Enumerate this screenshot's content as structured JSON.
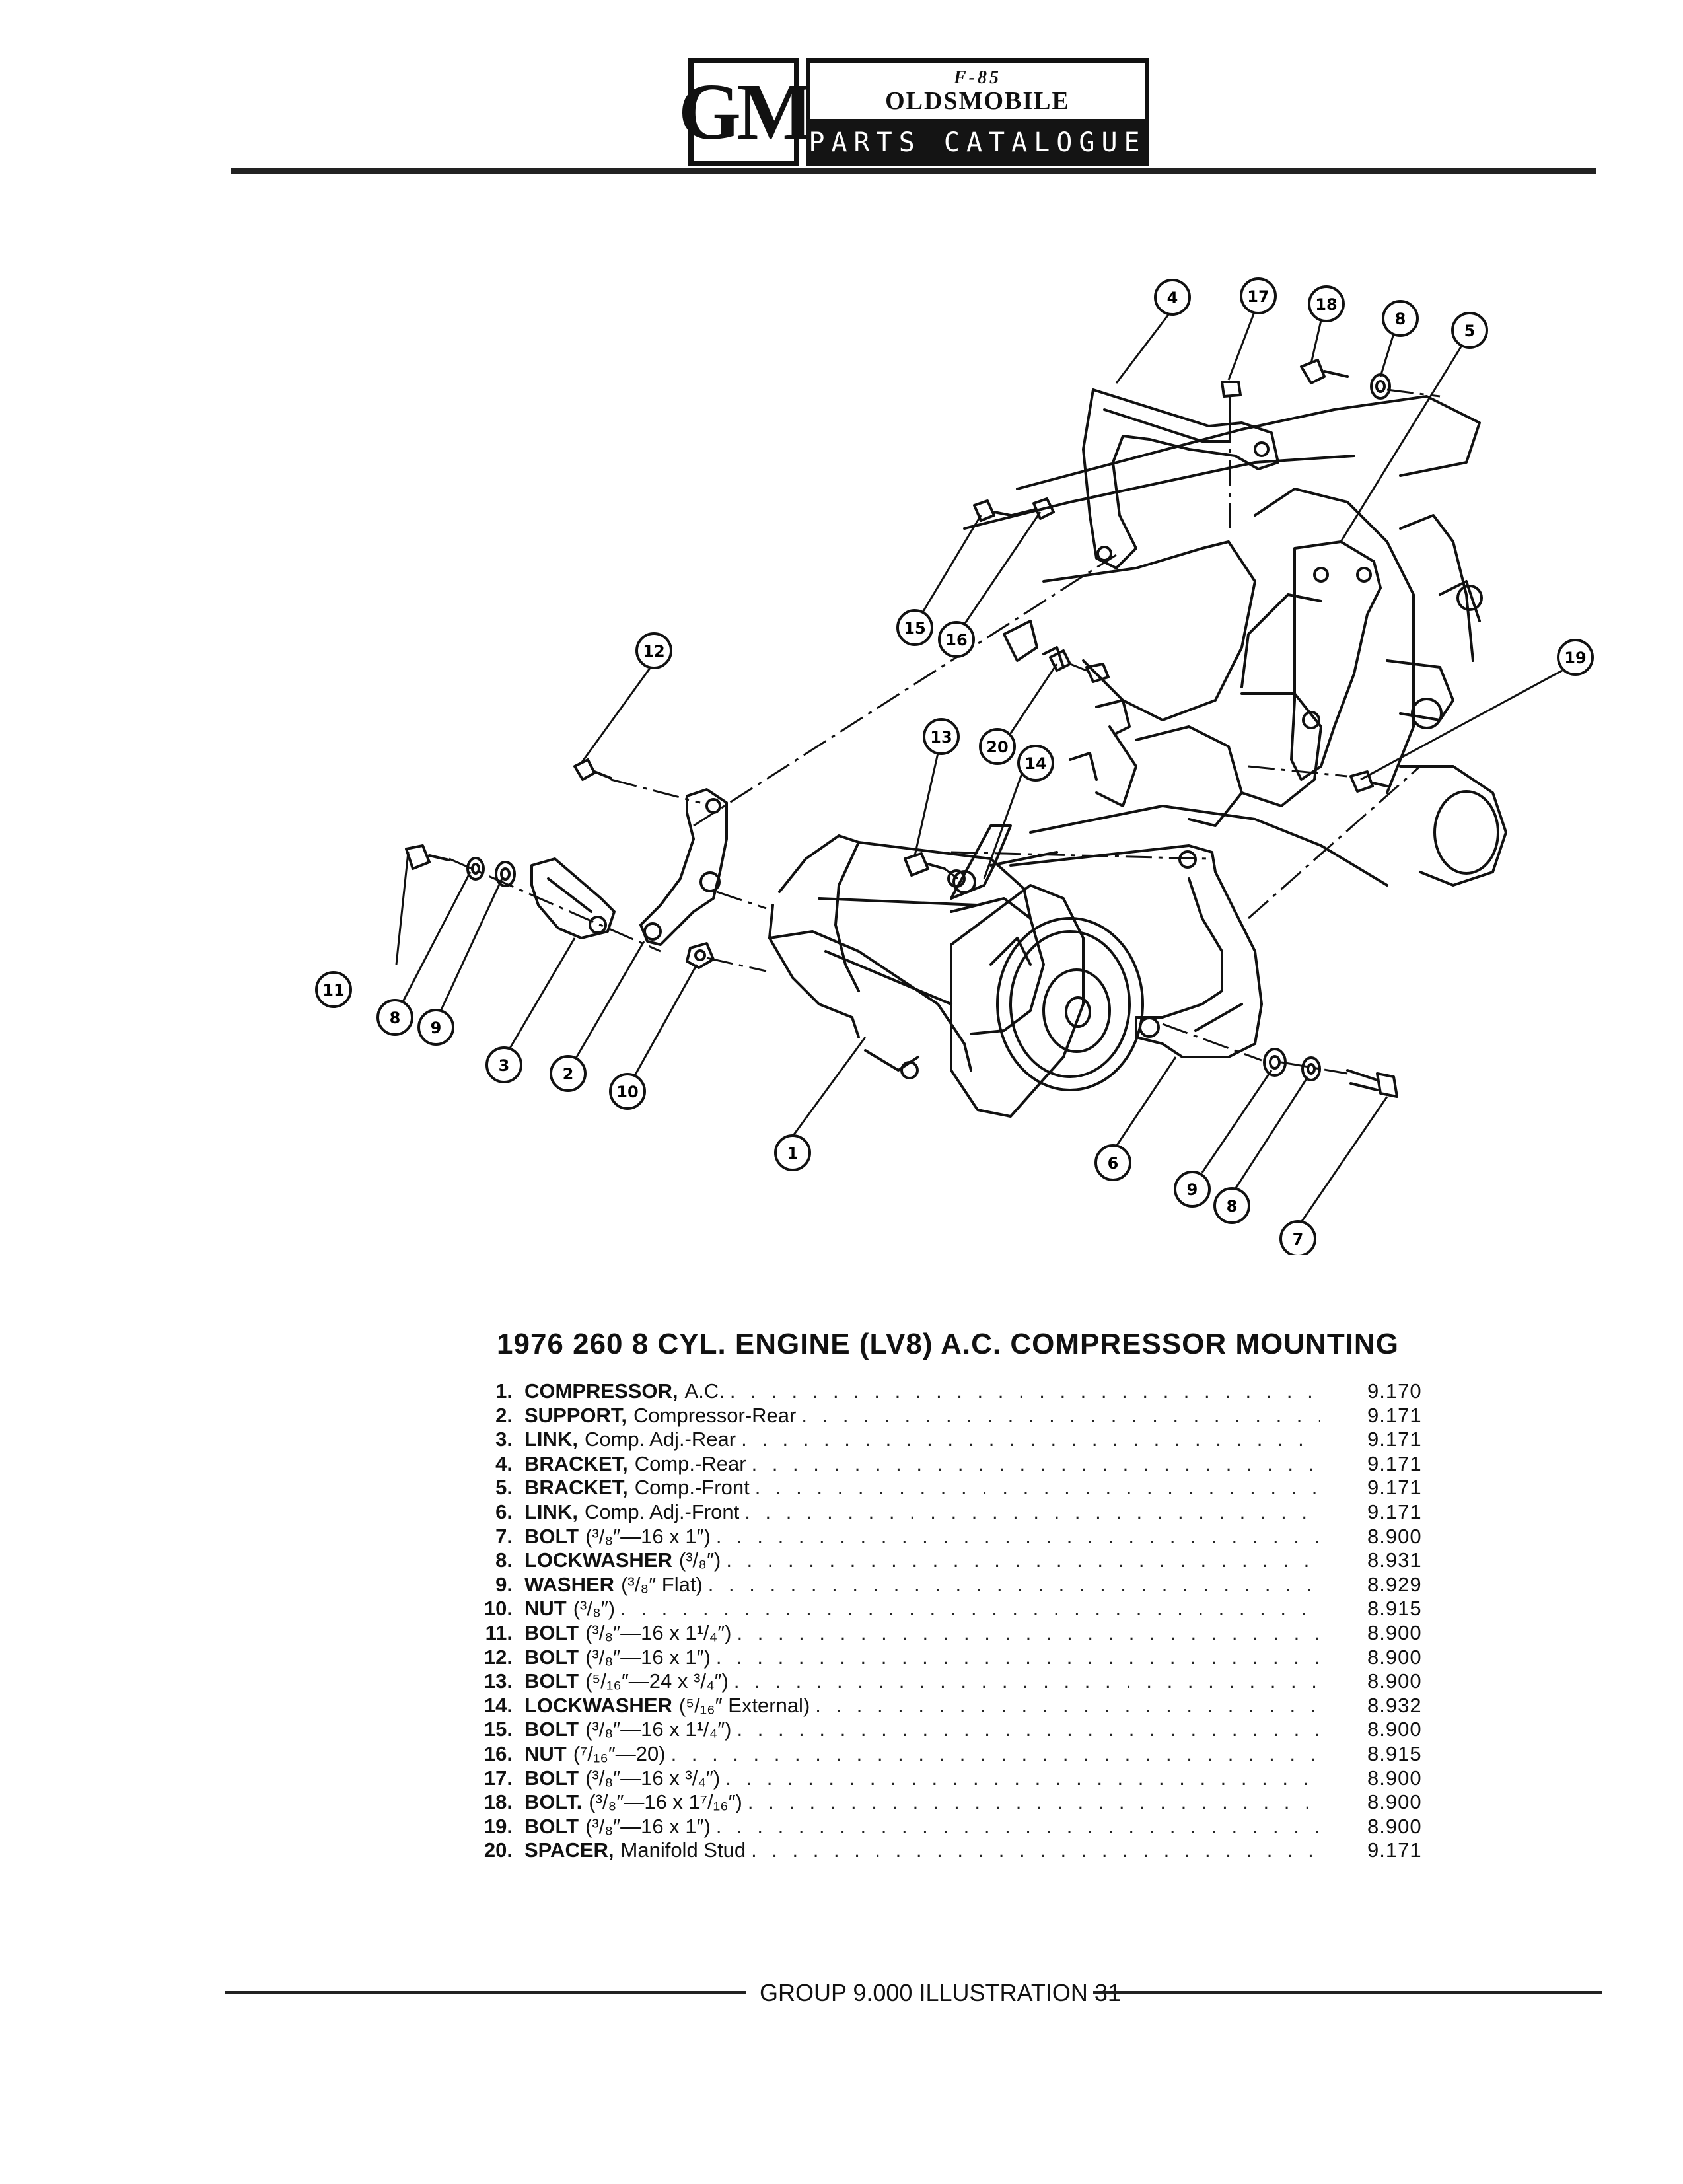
{
  "header": {
    "logo_gm": "GM",
    "logo_mark": "F-85",
    "brand": "OLDSMOBILE",
    "subtitle": "PARTS CATALOGUE"
  },
  "diagram": {
    "callouts": [
      {
        "label": "1"
      },
      {
        "label": "2"
      },
      {
        "label": "3"
      },
      {
        "label": "4"
      },
      {
        "label": "5"
      },
      {
        "label": "6"
      },
      {
        "label": "7"
      },
      {
        "label": "8"
      },
      {
        "label": "8"
      },
      {
        "label": "8"
      },
      {
        "label": "9"
      },
      {
        "label": "9"
      },
      {
        "label": "10"
      },
      {
        "label": "11"
      },
      {
        "label": "12"
      },
      {
        "label": "13"
      },
      {
        "label": "14"
      },
      {
        "label": "15"
      },
      {
        "label": "16"
      },
      {
        "label": "17"
      },
      {
        "label": "18"
      },
      {
        "label": "19"
      },
      {
        "label": "20"
      }
    ]
  },
  "parts": {
    "title": "1976 260 8 CYL. ENGINE (LV8) A.C. COMPRESSOR MOUNTING",
    "items": [
      {
        "num": "1.",
        "name": "COMPRESSOR,",
        "desc": "A.C.",
        "group": "9.170"
      },
      {
        "num": "2.",
        "name": "SUPPORT,",
        "desc": "Compressor-Rear",
        "group": "9.171"
      },
      {
        "num": "3.",
        "name": "LINK,",
        "desc": "Comp. Adj.-Rear",
        "group": "9.171"
      },
      {
        "num": "4.",
        "name": "BRACKET,",
        "desc": "Comp.-Rear",
        "group": "9.171"
      },
      {
        "num": "5.",
        "name": "BRACKET,",
        "desc": "Comp.-Front",
        "group": "9.171"
      },
      {
        "num": "6.",
        "name": "LINK,",
        "desc": "Comp. Adj.-Front",
        "group": "9.171"
      },
      {
        "num": "7.",
        "name": "BOLT",
        "desc": "(³/₈″—16 x 1″)",
        "group": "8.900"
      },
      {
        "num": "8.",
        "name": "LOCKWASHER",
        "desc": "(³/₈″)",
        "group": "8.931"
      },
      {
        "num": "9.",
        "name": "WASHER",
        "desc": "(³/₈″ Flat)",
        "group": "8.929"
      },
      {
        "num": "10.",
        "name": "NUT",
        "desc": "(³/₈″)",
        "group": "8.915"
      },
      {
        "num": "11.",
        "name": "BOLT",
        "desc": "(³/₈″—16 x 1¹/₄″)",
        "group": "8.900"
      },
      {
        "num": "12.",
        "name": "BOLT",
        "desc": "(³/₈″—16 x 1″)",
        "group": "8.900"
      },
      {
        "num": "13.",
        "name": "BOLT",
        "desc": "(⁵/₁₆″—24 x ³/₄″)",
        "group": "8.900"
      },
      {
        "num": "14.",
        "name": "LOCKWASHER",
        "desc": "(⁵/₁₆″ External)",
        "group": "8.932"
      },
      {
        "num": "15.",
        "name": "BOLT",
        "desc": "(³/₈″—16 x 1¹/₄″)",
        "group": "8.900"
      },
      {
        "num": "16.",
        "name": "NUT",
        "desc": "(⁷/₁₆″—20)",
        "group": "8.915"
      },
      {
        "num": "17.",
        "name": "BOLT",
        "desc": "(³/₈″—16 x ³/₄″)",
        "group": "8.900"
      },
      {
        "num": "18.",
        "name": "BOLT.",
        "desc": "(³/₈″—16 x 1⁷/₁₆″)",
        "group": "8.900"
      },
      {
        "num": "19.",
        "name": "BOLT",
        "desc": "(³/₈″—16 x 1″)",
        "group": "8.900"
      },
      {
        "num": "20.",
        "name": "SPACER,",
        "desc": "Manifold Stud",
        "group": "9.171"
      }
    ]
  },
  "footer": {
    "text": "GROUP 9.000 ILLUSTRATION 31"
  }
}
